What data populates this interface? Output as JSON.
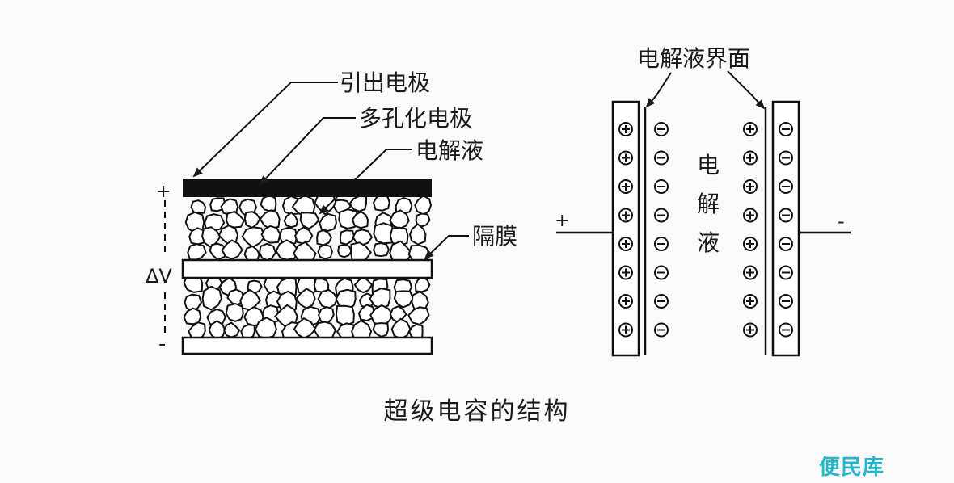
{
  "left_diagram": {
    "label_lead_electrode": "引出电极",
    "label_porous_electrode": "多孔化电极",
    "label_electrolyte": "电解液",
    "label_separator": "隔膜",
    "sign_plus": "+",
    "sign_minus": "-",
    "label_delta_v": "ΔV"
  },
  "right_diagram": {
    "label_interface": "电解液界面",
    "label_electrolyte_chars": [
      "电",
      "解",
      "液"
    ],
    "sign_plus": "+",
    "sign_minus": "-",
    "charge_rows": 8
  },
  "caption": "超级电容的结构",
  "watermark": "便民库",
  "colors": {
    "ink": "#1a1a1a",
    "background": "#fafafa",
    "watermark": "#22b8c8"
  }
}
